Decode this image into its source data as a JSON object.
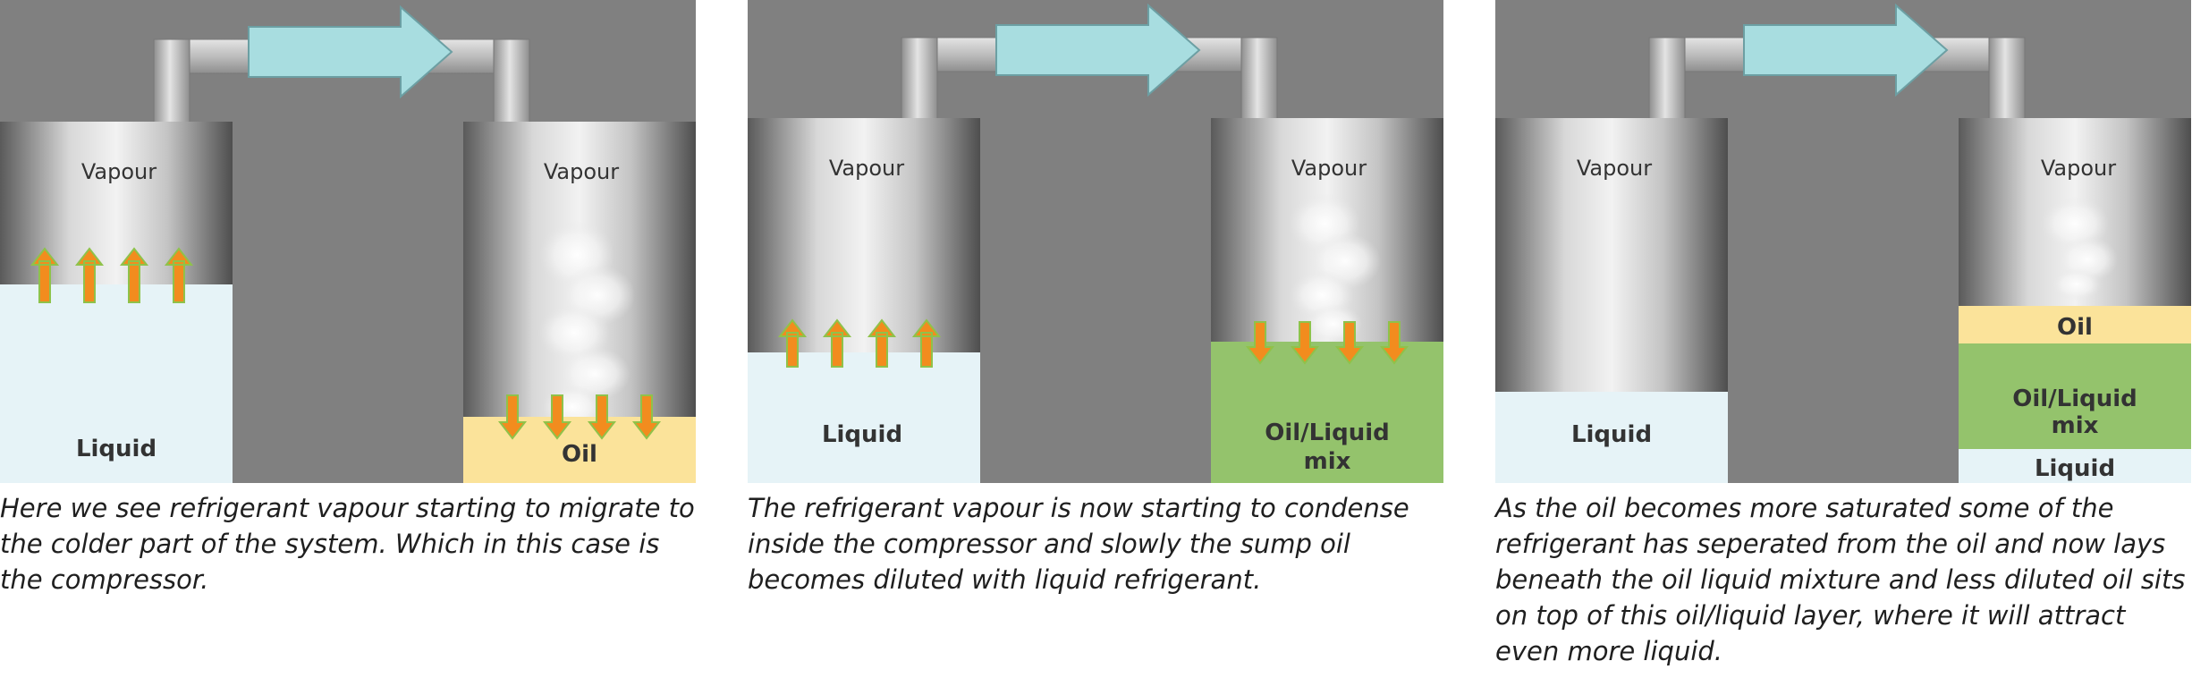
{
  "panels": [
    {
      "left_tank": {
        "label": "Vapour",
        "layers": [
          {
            "label": "Liquid"
          }
        ],
        "arrows": "up"
      },
      "right_tank": {
        "label": "Vapour",
        "layers": [
          {
            "label": "Oil"
          }
        ],
        "arrows": "down"
      },
      "caption": "Here we see refrigerant vapour starting to migrate to the colder part of the system. Which in this case is the compressor."
    },
    {
      "left_tank": {
        "label": "Vapour",
        "layers": [
          {
            "label": "Liquid"
          }
        ],
        "arrows": "up"
      },
      "right_tank": {
        "label": "Vapour",
        "layers": [
          {
            "label": "Oil/Liquid",
            "label2": "mix"
          }
        ],
        "arrows": "down"
      },
      "caption": "The refrigerant vapour is now starting to condense inside the compressor and slowly the sump oil becomes diluted with liquid refrigerant."
    },
    {
      "left_tank": {
        "label": "Vapour",
        "layers": [
          {
            "label": "Liquid"
          }
        ],
        "arrows": "none"
      },
      "right_tank": {
        "label": "Vapour",
        "layers": [
          {
            "label": "Oil"
          },
          {
            "label": "Oil/Liquid",
            "label2": "mix"
          },
          {
            "label": "Liquid"
          }
        ],
        "arrows": "none"
      },
      "caption": "As the oil becomes more saturated some of the refrigerant has seperated from the oil and now lays beneath the oil liquid mixture and less diluted oil sits on top of this oil/liquid layer, where it will attract even more liquid."
    }
  ],
  "colors": {
    "background": "#808080",
    "flow_arrow": "#a8dde0",
    "liquid": "#e6f3f7",
    "oil": "#fbe39a",
    "mix": "#94c36c",
    "small_arrow": "#f28c1e",
    "small_arrow_edge": "#8fc24a"
  }
}
